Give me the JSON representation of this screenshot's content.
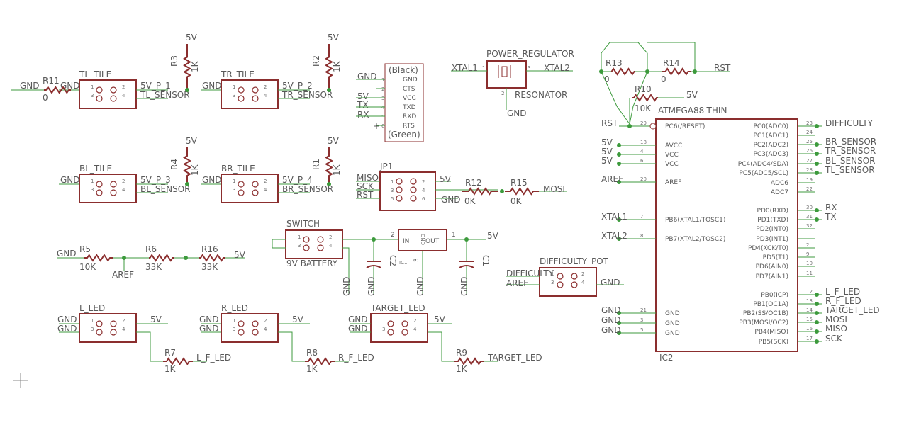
{
  "headers": [
    {
      "label": "TL_TILE",
      "nets": [
        "GND",
        "5V_P_1",
        "TL_SENSOR"
      ],
      "res": {
        "name": "R3",
        "value": "1K",
        "top": "5V"
      }
    },
    {
      "label": "TR_TILE",
      "nets": [
        "GND",
        "5V_P_2",
        "TR_SENSOR"
      ],
      "res": {
        "name": "R2",
        "value": "1K",
        "top": "5V"
      }
    },
    {
      "label": "BL_TILE",
      "nets": [
        "GND",
        "5V_P_3",
        "BL_SENSOR"
      ],
      "res": {
        "name": "R4",
        "value": "1K",
        "top": "5V"
      }
    },
    {
      "label": "BR_TILE",
      "nets": [
        "GND",
        "5V_P_4",
        "BR_SENSOR"
      ],
      "res": {
        "name": "R1",
        "value": "1K",
        "top": "5V"
      }
    },
    {
      "label": "L_LED",
      "nets": [
        "GND",
        "GND",
        "5V"
      ],
      "res": {
        "name": "R7",
        "value": "1K",
        "net": "L_F_LED"
      }
    },
    {
      "label": "R_LED",
      "nets": [
        "GND",
        "GND",
        "5V"
      ],
      "res": {
        "name": "R8",
        "value": "1K",
        "net": "R_F_LED"
      }
    },
    {
      "label": "TARGET_LED",
      "nets": [
        "GND",
        "GND",
        "5V"
      ],
      "res": {
        "name": "R9",
        "value": "1K",
        "net": "TARGET_LED"
      }
    }
  ],
  "pin_nums": [
    "1",
    "2",
    "3",
    "4",
    "5",
    "6"
  ],
  "r11": {
    "name": "R11",
    "value": "0",
    "net": "GND"
  },
  "ftdi": {
    "top_label": "(Black)",
    "bottom_label": "(Green)",
    "pins": [
      "GND",
      "CTS",
      "VCC",
      "TXD",
      "RXD",
      "RTS"
    ],
    "nets": [
      "GND",
      "5V",
      "TX",
      "RX"
    ],
    "nums": [
      "1",
      "2",
      "3",
      "4",
      "5",
      "6"
    ]
  },
  "jp1": {
    "label": "JP1",
    "left": [
      "MISO",
      "SCK",
      "RST"
    ],
    "right": [
      "5V",
      "GND"
    ],
    "r12": {
      "name": "R12",
      "value": "0K"
    },
    "r15": {
      "name": "R15",
      "value": "0K"
    },
    "net": "MOSI"
  },
  "switch": {
    "label": "SWITCH",
    "sub": "9V BATTERY",
    "gnd": "GND"
  },
  "regulator": {
    "ic": "IC1",
    "in": "IN",
    "gnd": "GND",
    "out": "OUT",
    "pin_in": "2",
    "pin_gnd": "3",
    "pin_out": "1",
    "c2": "C2",
    "c1": "C1",
    "vout": "5V",
    "gnds": [
      "GND",
      "GND",
      "GND"
    ]
  },
  "divider": {
    "r5": {
      "name": "R5",
      "value": "10K"
    },
    "r6": {
      "name": "R6",
      "value": "33K"
    },
    "r16": {
      "name": "R16",
      "value": "33K"
    },
    "gnd": "GND",
    "aref": "AREF",
    "vcc": "5V"
  },
  "resonator": {
    "title": "POWER_REGULATOR",
    "left": "XTAL1",
    "right": "XTAL2",
    "pin1": "1",
    "pin3": "3",
    "pin2": "2",
    "label": "RESONATOR",
    "gnd": "GND"
  },
  "pot": {
    "label": "DIFFICULTY_POT",
    "net_top": "DIFFICULTY",
    "net_mid": "AREF",
    "net_right": "GND"
  },
  "reset": {
    "r13": {
      "name": "R13",
      "value": "0"
    },
    "r14": {
      "name": "R14",
      "value": "0"
    },
    "rst": "RST",
    "r10": {
      "name": "R10",
      "value": "10K",
      "vcc": "5V"
    }
  },
  "mcu": {
    "title": "ATMEGA88-THIN",
    "name": "IC2",
    "left": [
      {
        "net": "RST",
        "num": "29",
        "pin": "PC6(/RESET)"
      },
      {
        "net": "5V",
        "num": "18",
        "pin": "AVCC"
      },
      {
        "net": "5V",
        "num": "4",
        "pin": "VCC"
      },
      {
        "net": "5V",
        "num": "6",
        "pin": "VCC"
      },
      {
        "net": "AREF",
        "num": "20",
        "pin": "AREF"
      },
      {
        "net": "XTAL1",
        "num": "7",
        "pin": "PB6(XTAL1/TOSC1)"
      },
      {
        "net": "XTAL2",
        "num": "8",
        "pin": "PB7(XTAL2/TOSC2)"
      },
      {
        "net": "GND",
        "num": "21",
        "pin": "GND"
      },
      {
        "net": "GND",
        "num": "3",
        "pin": "GND"
      },
      {
        "net": "GND",
        "num": "5",
        "pin": "GND"
      }
    ],
    "right": [
      {
        "pin": "PC0(ADC0)",
        "num": "23",
        "net": "DIFFICULTY"
      },
      {
        "pin": "PC1(ADC1)",
        "num": "24",
        "net": ""
      },
      {
        "pin": "PC2(ADC2)",
        "num": "25",
        "net": "BR_SENSOR"
      },
      {
        "pin": "PC3(ADC3)",
        "num": "26",
        "net": "TR_SENSOR"
      },
      {
        "pin": "PC4(ADC4/SDA)",
        "num": "27",
        "net": "BL_SENSOR"
      },
      {
        "pin": "PC5(ADC5/SCL)",
        "num": "28",
        "net": "TL_SENSOR"
      },
      {
        "pin": "ADC6",
        "num": "19",
        "net": ""
      },
      {
        "pin": "ADC7",
        "num": "22",
        "net": ""
      },
      {
        "pin": "PD0(RXD)",
        "num": "30",
        "net": "RX"
      },
      {
        "pin": "PD1(TXD)",
        "num": "31",
        "net": "TX"
      },
      {
        "pin": "PD2(INT0)",
        "num": "32",
        "net": ""
      },
      {
        "pin": "PD3(INT1)",
        "num": "1",
        "net": ""
      },
      {
        "pin": "PD4(XCK/T0)",
        "num": "2",
        "net": ""
      },
      {
        "pin": "PD5(T1)",
        "num": "9",
        "net": ""
      },
      {
        "pin": "PD6(AIN0)",
        "num": "10",
        "net": ""
      },
      {
        "pin": "PD7(AIN1)",
        "num": "11",
        "net": ""
      },
      {
        "pin": "PB0(ICP)",
        "num": "12",
        "net": "L_F_LED"
      },
      {
        "pin": "PB1(OC1A)",
        "num": "13",
        "net": "R_F_LED"
      },
      {
        "pin": "PB2(SS/OC1B)",
        "num": "14",
        "net": "TARGET_LED"
      },
      {
        "pin": "PB3(MOSI/OC2)",
        "num": "15",
        "net": "MOSI"
      },
      {
        "pin": "PB4(MISO)",
        "num": "16",
        "net": "MISO"
      },
      {
        "pin": "PB5(SCK)",
        "num": "17",
        "net": "SCK"
      }
    ]
  }
}
